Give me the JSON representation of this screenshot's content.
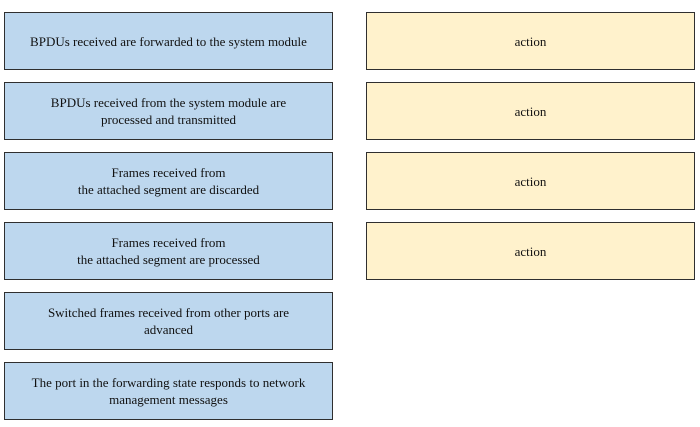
{
  "statements": [
    "BPDUs received are forwarded to the system module",
    "BPDUs received from the system module are\nprocessed and transmitted",
    "Frames received from\nthe attached segment are discarded",
    "Frames received from\nthe attached segment are processed",
    "Switched frames received from other ports are\nadvanced",
    "The port in the forwarding state responds to network\nmanagement messages"
  ],
  "targets": [
    "action",
    "action",
    "action",
    "action"
  ],
  "colors": {
    "statement_fill": "#bdd7ee",
    "target_fill": "#fff2cc",
    "border": "#2f2f2f"
  }
}
